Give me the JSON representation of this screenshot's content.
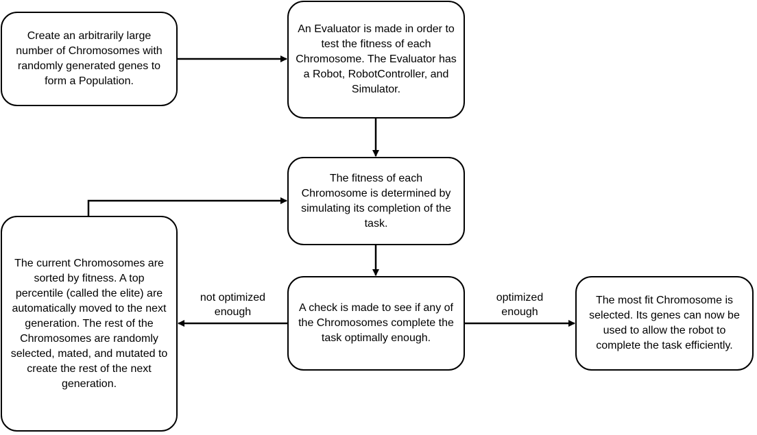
{
  "nodes": {
    "create_population": "Create an arbitrarily large number of Chromosomes with randomly generated genes to form a Population.",
    "evaluator": "An Evaluator is made in order to test the fitness of each Chromosome. The Evaluator has a Robot, RobotController, and Simulator.",
    "fitness": "The fitness of each Chromosome is determined by simulating its completion of the task.",
    "sort_mate": "The current Chromosomes are sorted by fitness. A top percentile (called the elite) are automatically moved to the next generation. The rest of the Chromosomes are randomly selected, mated, and mutated to create the rest of the next generation.",
    "check": "A check is made to see if any of the Chromosomes complete the task optimally enough.",
    "most_fit": "The most fit Chromosome is selected. Its genes can now be used to allow the robot to complete the task efficiently."
  },
  "edge_labels": {
    "not_optimized_line1": "not optimized",
    "not_optimized_line2": "enough",
    "optimized_line1": "optimized",
    "optimized_line2": "enough"
  }
}
